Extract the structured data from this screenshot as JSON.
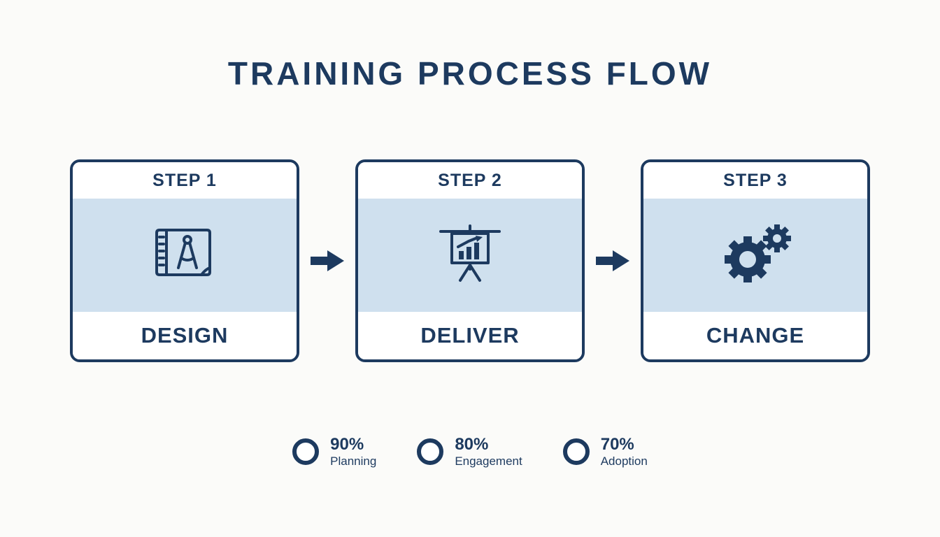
{
  "title": "TRAINING PROCESS FLOW",
  "colors": {
    "navy": "#1d3a5f",
    "light_blue_band": "#cfe0ee",
    "background": "#fbfbf9",
    "card_background": "#ffffff"
  },
  "steps": [
    {
      "step_label": "STEP 1",
      "name": "DESIGN",
      "icon": "blueprint-compass-icon"
    },
    {
      "step_label": "STEP 2",
      "name": "DELIVER",
      "icon": "presentation-chart-icon"
    },
    {
      "step_label": "STEP 3",
      "name": "CHANGE",
      "icon": "gears-icon"
    }
  ],
  "stats": [
    {
      "value": "90%",
      "label": "Planning"
    },
    {
      "value": "80%",
      "label": "Engagement"
    },
    {
      "value": "70%",
      "label": "Adoption"
    }
  ]
}
